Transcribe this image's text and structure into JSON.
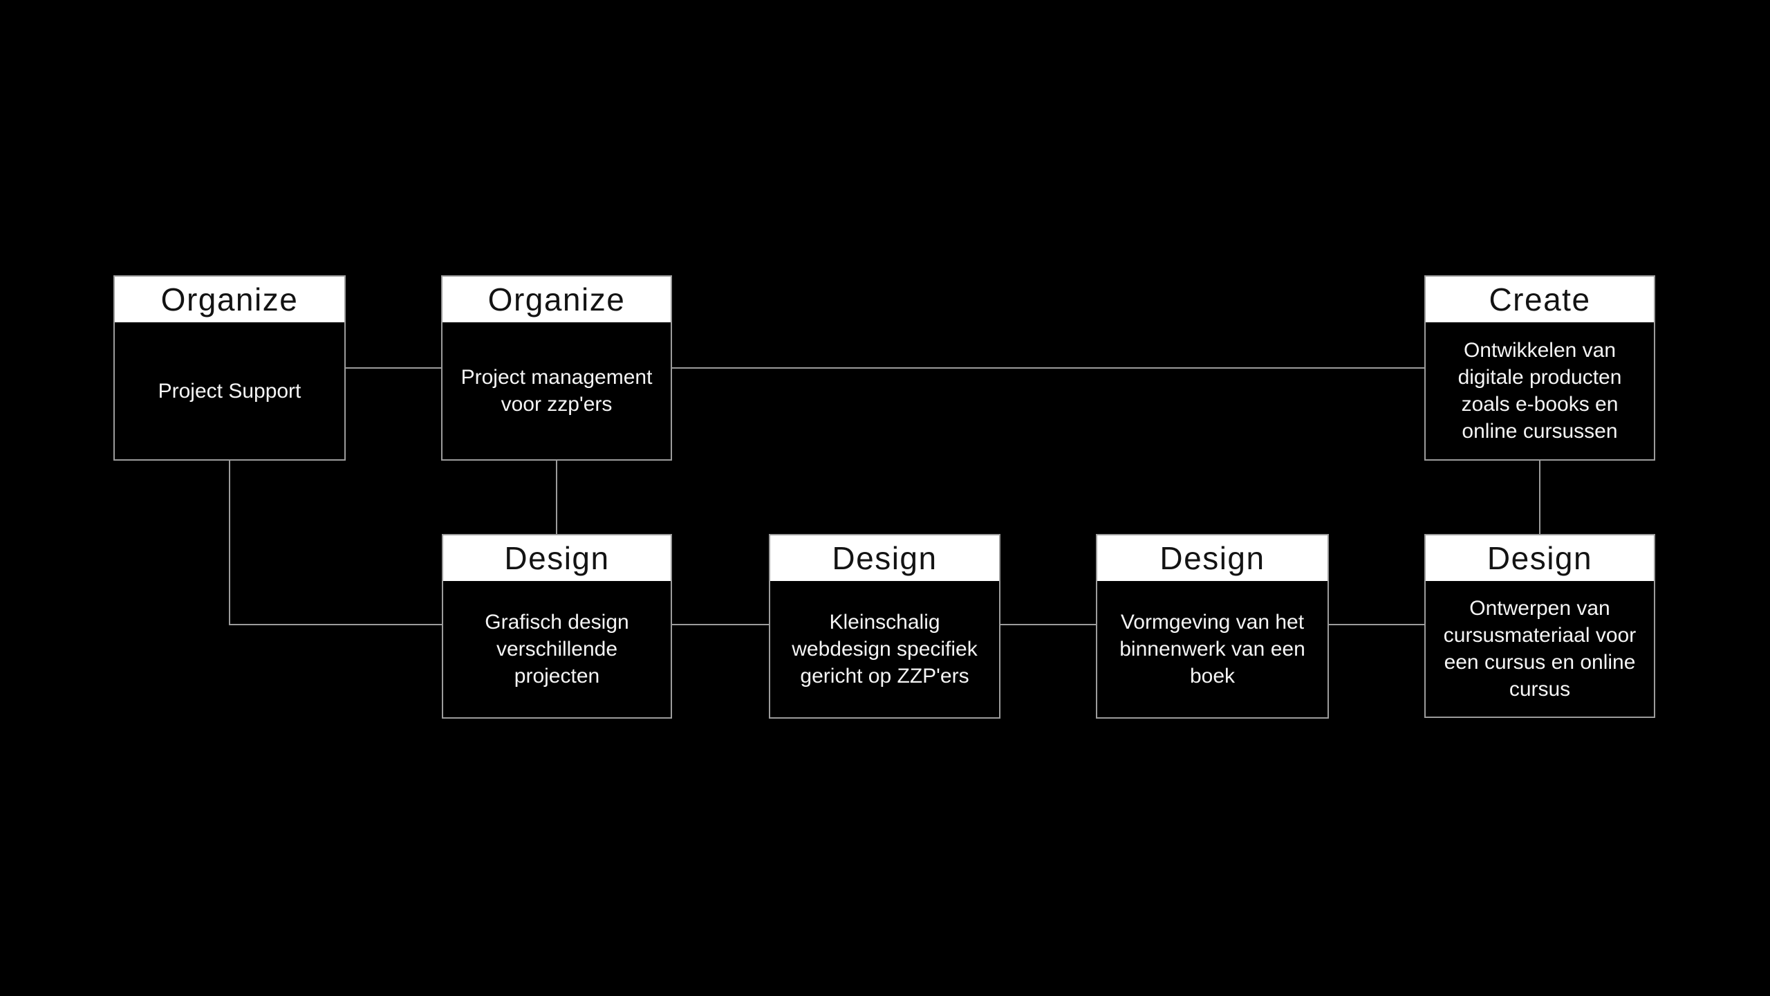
{
  "colors": {
    "background": "#000000",
    "node_border": "#9c9c9c",
    "connector": "#9c9c9c",
    "header_bg": "#ffffff",
    "header_text": "#131313",
    "body_text": "#f5f5f5"
  },
  "nodes": [
    {
      "category": "Organize",
      "label": "Project Support"
    },
    {
      "category": "Organize",
      "label": "Project management voor zzp'ers"
    },
    {
      "category": "Create",
      "label": "Ontwikkelen van digitale producten zoals e-books en online cursussen"
    },
    {
      "category": "Design",
      "label": "Grafisch design verschillende projecten"
    },
    {
      "category": "Design",
      "label": "Kleinschalig webdesign specifiek gericht op ZZP'ers"
    },
    {
      "category": "Design",
      "label": "Vormgeving van het binnenwerk van een boek"
    },
    {
      "category": "Design",
      "label": "Ontwerpen van cursusmateriaal voor een cursus en online cursus"
    }
  ],
  "connections": [
    {
      "from": "organize-project-support",
      "to": "organize-project-management"
    },
    {
      "from": "organize-project-management",
      "to": "create-digitale-producten"
    },
    {
      "from": "organize-project-management",
      "to": "design-grafisch"
    },
    {
      "from": "organize-project-support",
      "to": "design-grafisch"
    },
    {
      "from": "design-grafisch",
      "to": "design-webdesign"
    },
    {
      "from": "design-webdesign",
      "to": "design-binnenwerk"
    },
    {
      "from": "design-binnenwerk",
      "to": "design-cursusmateriaal"
    },
    {
      "from": "create-digitale-producten",
      "to": "design-cursusmateriaal"
    }
  ]
}
